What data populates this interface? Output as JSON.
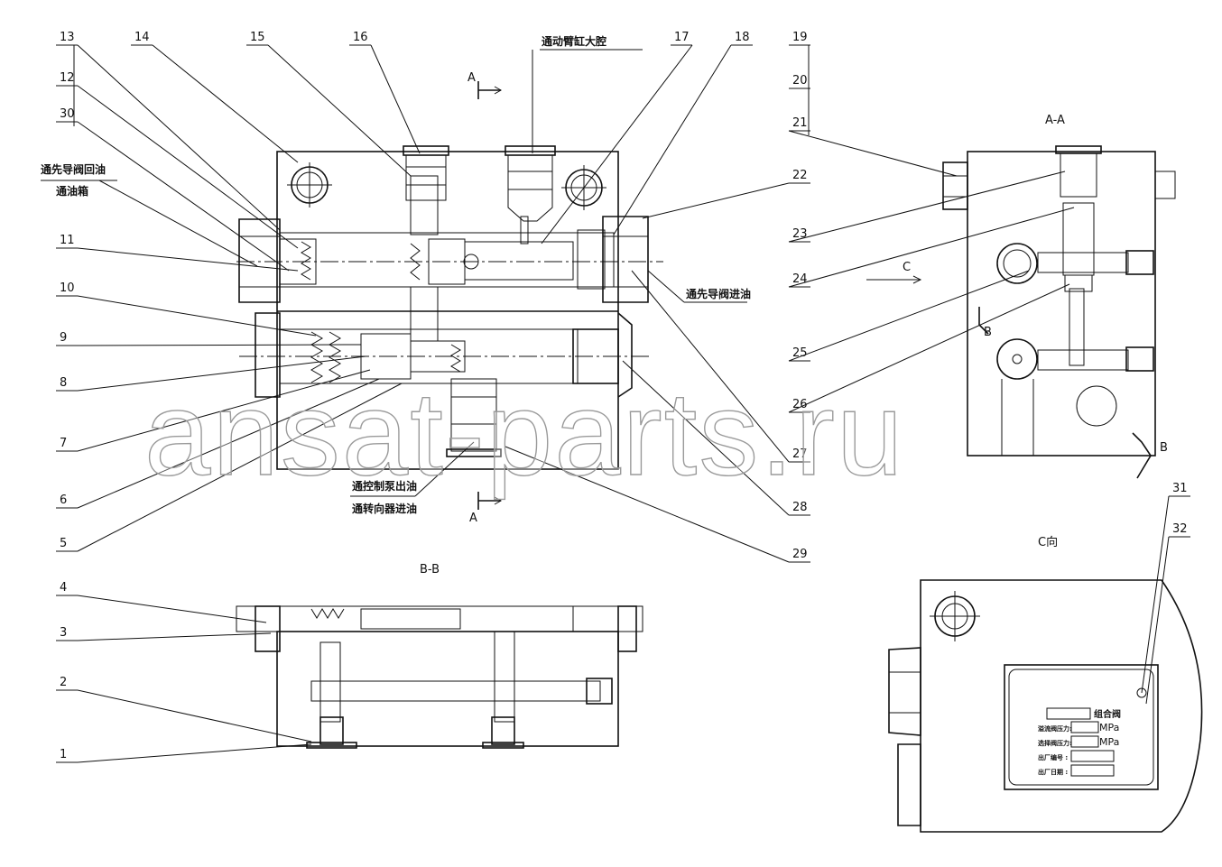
{
  "callouts": [
    "1",
    "2",
    "3",
    "4",
    "5",
    "6",
    "7",
    "8",
    "9",
    "10",
    "11",
    "12",
    "13",
    "14",
    "15",
    "16",
    "17",
    "18",
    "19",
    "20",
    "21",
    "22",
    "23",
    "24",
    "25",
    "26",
    "27",
    "28",
    "29",
    "30",
    "31",
    "32"
  ],
  "notes": {
    "to_boom_cylinder": "通动臂缸大腔",
    "to_pilot_return": "通先导阀回油",
    "to_tank": "通油箱",
    "to_pilot_inlet": "通先导阀进油",
    "to_control_pump": "通控制泵出油",
    "to_steering_inlet": "通转向器进油"
  },
  "section_marks": {
    "a_top": "A",
    "a_bottom": "A",
    "view_aa": "A-A",
    "view_bb": "B-B",
    "c_arrow": "C",
    "b_left": "B",
    "b_right": "B",
    "view_c": "C向"
  },
  "nameplate": {
    "title": "组合阀",
    "relief_pressure": "溢流阀压力:",
    "select_pressure": "选择阀压力:",
    "unit1": "MPa",
    "unit2": "MPa",
    "serial": "出厂编号   :",
    "date": "出厂日期   :"
  },
  "watermark": "ansat-parts.ru"
}
